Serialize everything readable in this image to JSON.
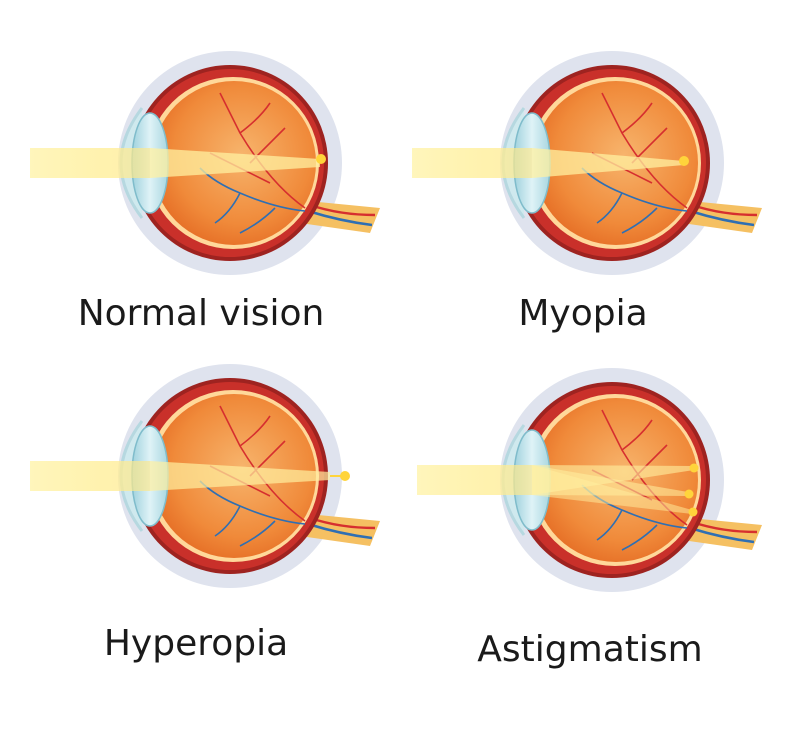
{
  "panels": [
    {
      "id": "normal",
      "label": "Normal vision",
      "focus": "on-retina",
      "focus_points": 1
    },
    {
      "id": "myopia",
      "label": "Myopia",
      "focus": "in-front-of-retina",
      "focus_points": 1
    },
    {
      "id": "hyperopia",
      "label": "Hyperopia",
      "focus": "behind-retina",
      "focus_points": 1
    },
    {
      "id": "astigmatism",
      "label": "Astigmatism",
      "focus": "multiple-points",
      "focus_points": 3
    }
  ],
  "colors": {
    "sclera": "#c9302a",
    "sclera_dark": "#9e2320",
    "interior": "#f08a3a",
    "interior_light": "#f6b069",
    "retina_line": "#ffd89a",
    "outline": "#dfe3ee",
    "cornea": "#cfe9ee",
    "lens": "#bfe3ec",
    "lens_edge": "#7fbccb",
    "light_beam": "#fff1a8",
    "focus_point": "#ffd43b",
    "artery": "#d62f2f",
    "vein": "#2f6fb3",
    "nerve": "#f5c062"
  }
}
